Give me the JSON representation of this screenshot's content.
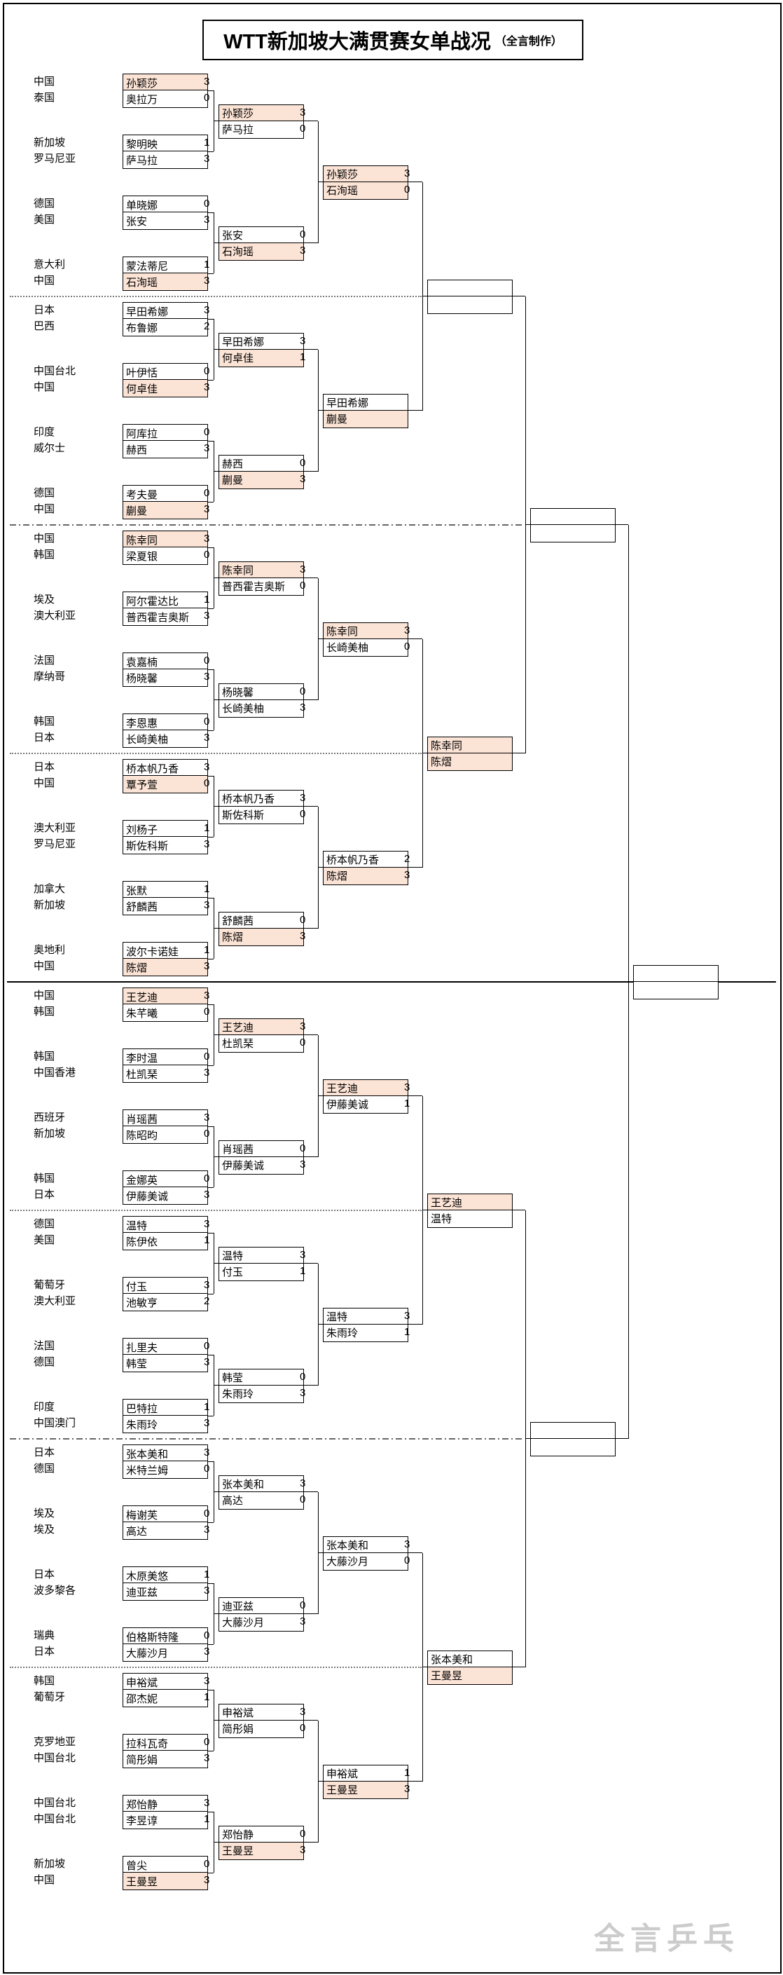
{
  "title": {
    "main": "WTT新加坡大满贯赛女单战况",
    "credit": "（全言制作）"
  },
  "watermark": "全言乒乓",
  "colors": {
    "highlight": "#fbe3d5",
    "line": "#000000"
  },
  "bracket": {
    "r64": [
      {
        "country": "中国",
        "name": "孙颖莎",
        "score": "3",
        "cn": true
      },
      {
        "country": "泰国",
        "name": "奥拉万",
        "score": "0",
        "cn": false
      },
      {
        "country": "新加坡",
        "name": "黎明映",
        "score": "1",
        "cn": false
      },
      {
        "country": "罗马尼亚",
        "name": "萨马拉",
        "score": "3",
        "cn": false
      },
      {
        "country": "德国",
        "name": "单晓娜",
        "score": "0",
        "cn": false
      },
      {
        "country": "美国",
        "name": "张安",
        "score": "3",
        "cn": false
      },
      {
        "country": "意大利",
        "name": "蒙法蒂尼",
        "score": "1",
        "cn": false
      },
      {
        "country": "中国",
        "name": "石洵瑶",
        "score": "3",
        "cn": true
      },
      {
        "country": "日本",
        "name": "早田希娜",
        "score": "3",
        "cn": false
      },
      {
        "country": "巴西",
        "name": "布鲁娜",
        "score": "2",
        "cn": false
      },
      {
        "country": "中国台北",
        "name": "叶伊恬",
        "score": "0",
        "cn": false
      },
      {
        "country": "中国",
        "name": "何卓佳",
        "score": "3",
        "cn": true
      },
      {
        "country": "印度",
        "name": "阿库拉",
        "score": "0",
        "cn": false
      },
      {
        "country": "威尔士",
        "name": "赫西",
        "score": "3",
        "cn": false
      },
      {
        "country": "德国",
        "name": "考夫曼",
        "score": "0",
        "cn": false
      },
      {
        "country": "中国",
        "name": "蒯曼",
        "score": "3",
        "cn": true
      },
      {
        "country": "中国",
        "name": "陈幸同",
        "score": "3",
        "cn": true
      },
      {
        "country": "韩国",
        "name": "梁夏银",
        "score": "0",
        "cn": false
      },
      {
        "country": "埃及",
        "name": "阿尔霍达比",
        "score": "1",
        "cn": false
      },
      {
        "country": "澳大利亚",
        "name": "普西霍吉奥斯",
        "score": "3",
        "cn": false
      },
      {
        "country": "法国",
        "name": "袁嘉楠",
        "score": "0",
        "cn": false
      },
      {
        "country": "摩纳哥",
        "name": "杨晓馨",
        "score": "3",
        "cn": false
      },
      {
        "country": "韩国",
        "name": "李恩惠",
        "score": "0",
        "cn": false
      },
      {
        "country": "日本",
        "name": "长崎美柚",
        "score": "3",
        "cn": false
      },
      {
        "country": "日本",
        "name": "桥本帆乃香",
        "score": "3",
        "cn": false
      },
      {
        "country": "中国",
        "name": "覃予萱",
        "score": "0",
        "cn": true
      },
      {
        "country": "澳大利亚",
        "name": "刘杨子",
        "score": "1",
        "cn": false
      },
      {
        "country": "罗马尼亚",
        "name": "斯佐科斯",
        "score": "3",
        "cn": false
      },
      {
        "country": "加拿大",
        "name": "张默",
        "score": "1",
        "cn": false
      },
      {
        "country": "新加坡",
        "name": "舒麟茜",
        "score": "3",
        "cn": false
      },
      {
        "country": "奥地利",
        "name": "波尔卡诺娃",
        "score": "1",
        "cn": false
      },
      {
        "country": "中国",
        "name": "陈熠",
        "score": "3",
        "cn": true
      },
      {
        "country": "中国",
        "name": "王艺迪",
        "score": "3",
        "cn": true
      },
      {
        "country": "韩国",
        "name": "朱芊曦",
        "score": "0",
        "cn": false
      },
      {
        "country": "韩国",
        "name": "李时温",
        "score": "0",
        "cn": false
      },
      {
        "country": "中国香港",
        "name": "杜凯琹",
        "score": "3",
        "cn": false
      },
      {
        "country": "西班牙",
        "name": "肖瑶茜",
        "score": "3",
        "cn": false
      },
      {
        "country": "新加坡",
        "name": "陈昭昀",
        "score": "0",
        "cn": false
      },
      {
        "country": "韩国",
        "name": "金娜英",
        "score": "0",
        "cn": false
      },
      {
        "country": "日本",
        "name": "伊藤美诚",
        "score": "3",
        "cn": false
      },
      {
        "country": "德国",
        "name": "温特",
        "score": "3",
        "cn": false
      },
      {
        "country": "美国",
        "name": "陈伊依",
        "score": "1",
        "cn": false
      },
      {
        "country": "葡萄牙",
        "name": "付玉",
        "score": "3",
        "cn": false
      },
      {
        "country": "澳大利亚",
        "name": "池敏亨",
        "score": "2",
        "cn": false
      },
      {
        "country": "法国",
        "name": "扎里夫",
        "score": "0",
        "cn": false
      },
      {
        "country": "德国",
        "name": "韩莹",
        "score": "3",
        "cn": false
      },
      {
        "country": "印度",
        "name": "巴特拉",
        "score": "1",
        "cn": false
      },
      {
        "country": "中国澳门",
        "name": "朱雨玲",
        "score": "3",
        "cn": false
      },
      {
        "country": "日本",
        "name": "张本美和",
        "score": "3",
        "cn": false
      },
      {
        "country": "德国",
        "name": "米特兰姆",
        "score": "0",
        "cn": false
      },
      {
        "country": "埃及",
        "name": "梅谢芙",
        "score": "0",
        "cn": false
      },
      {
        "country": "埃及",
        "name": "高达",
        "score": "3",
        "cn": false
      },
      {
        "country": "日本",
        "name": "木原美悠",
        "score": "1",
        "cn": false
      },
      {
        "country": "波多黎各",
        "name": "迪亚兹",
        "score": "3",
        "cn": false
      },
      {
        "country": "瑞典",
        "name": "伯格斯特隆",
        "score": "0",
        "cn": false
      },
      {
        "country": "日本",
        "name": "大藤沙月",
        "score": "3",
        "cn": false
      },
      {
        "country": "韩国",
        "name": "申裕斌",
        "score": "3",
        "cn": false
      },
      {
        "country": "葡萄牙",
        "name": "邵杰妮",
        "score": "1",
        "cn": false
      },
      {
        "country": "克罗地亚",
        "name": "拉科瓦奇",
        "score": "0",
        "cn": false
      },
      {
        "country": "中国台北",
        "name": "简彤娟",
        "score": "3",
        "cn": false
      },
      {
        "country": "中国台北",
        "name": "郑怡静",
        "score": "3",
        "cn": false
      },
      {
        "country": "中国台北",
        "name": "李昱谆",
        "score": "1",
        "cn": false
      },
      {
        "country": "新加坡",
        "name": "曾尖",
        "score": "0",
        "cn": false
      },
      {
        "country": "中国",
        "name": "王曼昱",
        "score": "3",
        "cn": true
      }
    ],
    "r32": [
      {
        "name": "孙颖莎",
        "score": "3",
        "cn": true
      },
      {
        "name": "萨马拉",
        "score": "0",
        "cn": false
      },
      {
        "name": "张安",
        "score": "0",
        "cn": false
      },
      {
        "name": "石洵瑶",
        "score": "3",
        "cn": true
      },
      {
        "name": "早田希娜",
        "score": "3",
        "cn": false
      },
      {
        "name": "何卓佳",
        "score": "1",
        "cn": true
      },
      {
        "name": "赫西",
        "score": "0",
        "cn": false
      },
      {
        "name": "蒯曼",
        "score": "3",
        "cn": true
      },
      {
        "name": "陈幸同",
        "score": "3",
        "cn": true
      },
      {
        "name": "普西霍吉奥斯",
        "score": "0",
        "cn": false
      },
      {
        "name": "杨晓馨",
        "score": "0",
        "cn": false
      },
      {
        "name": "长崎美柚",
        "score": "3",
        "cn": false
      },
      {
        "name": "桥本帆乃香",
        "score": "3",
        "cn": false
      },
      {
        "name": "斯佐科斯",
        "score": "0",
        "cn": false
      },
      {
        "name": "舒麟茜",
        "score": "0",
        "cn": false
      },
      {
        "name": "陈熠",
        "score": "3",
        "cn": true
      },
      {
        "name": "王艺迪",
        "score": "3",
        "cn": true
      },
      {
        "name": "杜凯琹",
        "score": "0",
        "cn": false
      },
      {
        "name": "肖瑶茜",
        "score": "0",
        "cn": false
      },
      {
        "name": "伊藤美诚",
        "score": "3",
        "cn": false
      },
      {
        "name": "温特",
        "score": "3",
        "cn": false
      },
      {
        "name": "付玉",
        "score": "1",
        "cn": false
      },
      {
        "name": "韩莹",
        "score": "0",
        "cn": false
      },
      {
        "name": "朱雨玲",
        "score": "3",
        "cn": false
      },
      {
        "name": "张本美和",
        "score": "3",
        "cn": false
      },
      {
        "name": "高达",
        "score": "0",
        "cn": false
      },
      {
        "name": "迪亚兹",
        "score": "0",
        "cn": false
      },
      {
        "name": "大藤沙月",
        "score": "3",
        "cn": false
      },
      {
        "name": "申裕斌",
        "score": "3",
        "cn": false
      },
      {
        "name": "简彤娟",
        "score": "0",
        "cn": false
      },
      {
        "name": "郑怡静",
        "score": "0",
        "cn": false
      },
      {
        "name": "王曼昱",
        "score": "3",
        "cn": true
      }
    ],
    "r16": [
      {
        "name": "孙颖莎",
        "score": "3",
        "cn": true
      },
      {
        "name": "石洵瑶",
        "score": "0",
        "cn": true
      },
      {
        "name": "早田希娜",
        "score": "",
        "cn": false
      },
      {
        "name": "蒯曼",
        "score": "",
        "cn": true
      },
      {
        "name": "陈幸同",
        "score": "3",
        "cn": true
      },
      {
        "name": "长崎美柚",
        "score": "0",
        "cn": false
      },
      {
        "name": "桥本帆乃香",
        "score": "2",
        "cn": false
      },
      {
        "name": "陈熠",
        "score": "3",
        "cn": true
      },
      {
        "name": "王艺迪",
        "score": "3",
        "cn": true
      },
      {
        "name": "伊藤美诚",
        "score": "1",
        "cn": false
      },
      {
        "name": "温特",
        "score": "3",
        "cn": false
      },
      {
        "name": "朱雨玲",
        "score": "1",
        "cn": false
      },
      {
        "name": "张本美和",
        "score": "3",
        "cn": false
      },
      {
        "name": "大藤沙月",
        "score": "0",
        "cn": false
      },
      {
        "name": "申裕斌",
        "score": "1",
        "cn": false
      },
      {
        "name": "王曼昱",
        "score": "3",
        "cn": true
      }
    ],
    "qf": [
      {
        "name": "",
        "cn": false
      },
      {
        "name": "",
        "cn": false
      },
      {
        "name": "陈幸同",
        "cn": true
      },
      {
        "name": "陈熠",
        "cn": true
      },
      {
        "name": "王艺迪",
        "cn": true
      },
      {
        "name": "温特",
        "cn": false
      },
      {
        "name": "张本美和",
        "cn": false
      },
      {
        "name": "王曼昱",
        "cn": true
      }
    ],
    "sf": [
      "",
      "",
      "",
      ""
    ],
    "final": [
      "",
      ""
    ]
  }
}
